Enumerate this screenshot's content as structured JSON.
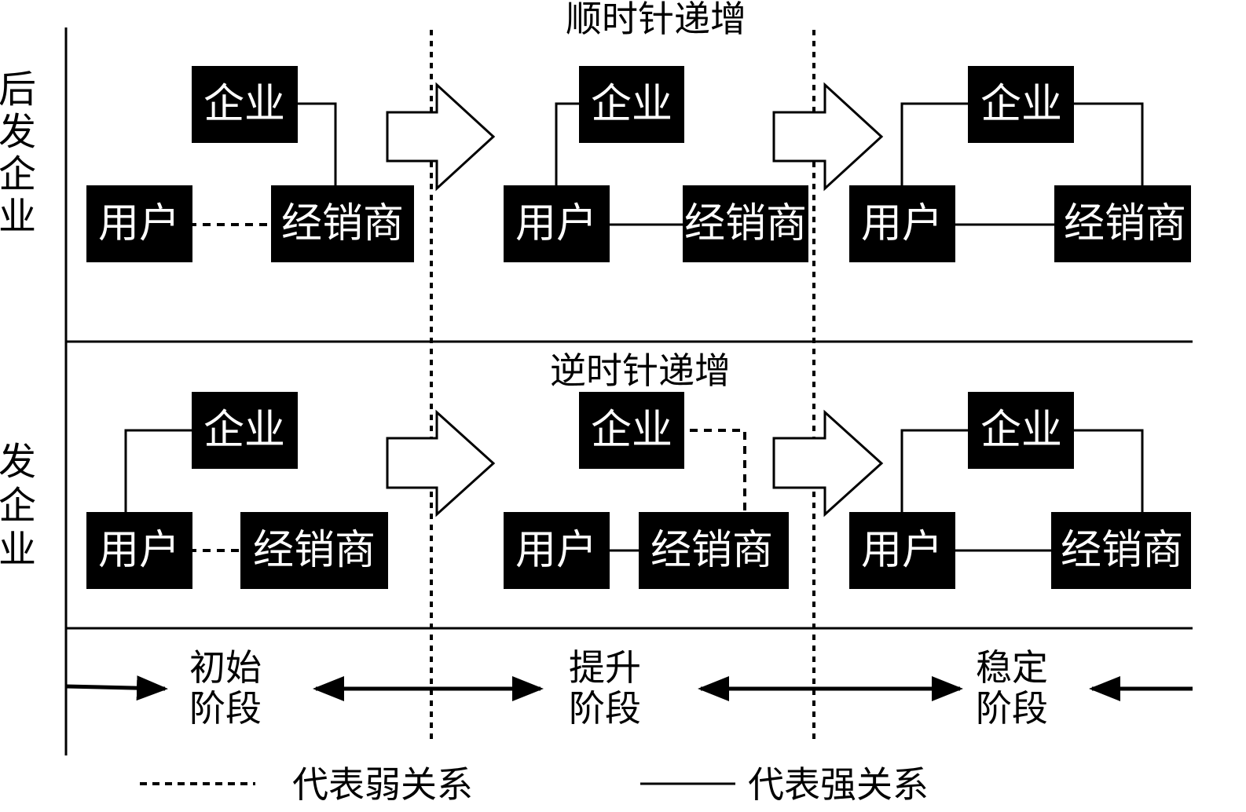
{
  "row_labels": {
    "top": [
      "后",
      "发",
      "企",
      "业"
    ],
    "bottom": [
      "发",
      "企",
      "业"
    ]
  },
  "row_titles": {
    "top": "顺时针递增",
    "bottom": "逆时针递增"
  },
  "box_labels": {
    "enterprise": "企业",
    "user": "用户",
    "dealer": "经销商"
  },
  "stages": [
    {
      "line1": "初始",
      "line2": "阶段"
    },
    {
      "line1": "提升",
      "line2": "阶段"
    },
    {
      "line1": "稳定",
      "line2": "阶段"
    }
  ],
  "legend": {
    "weak": "代表弱关系",
    "strong": "代表强关系"
  }
}
